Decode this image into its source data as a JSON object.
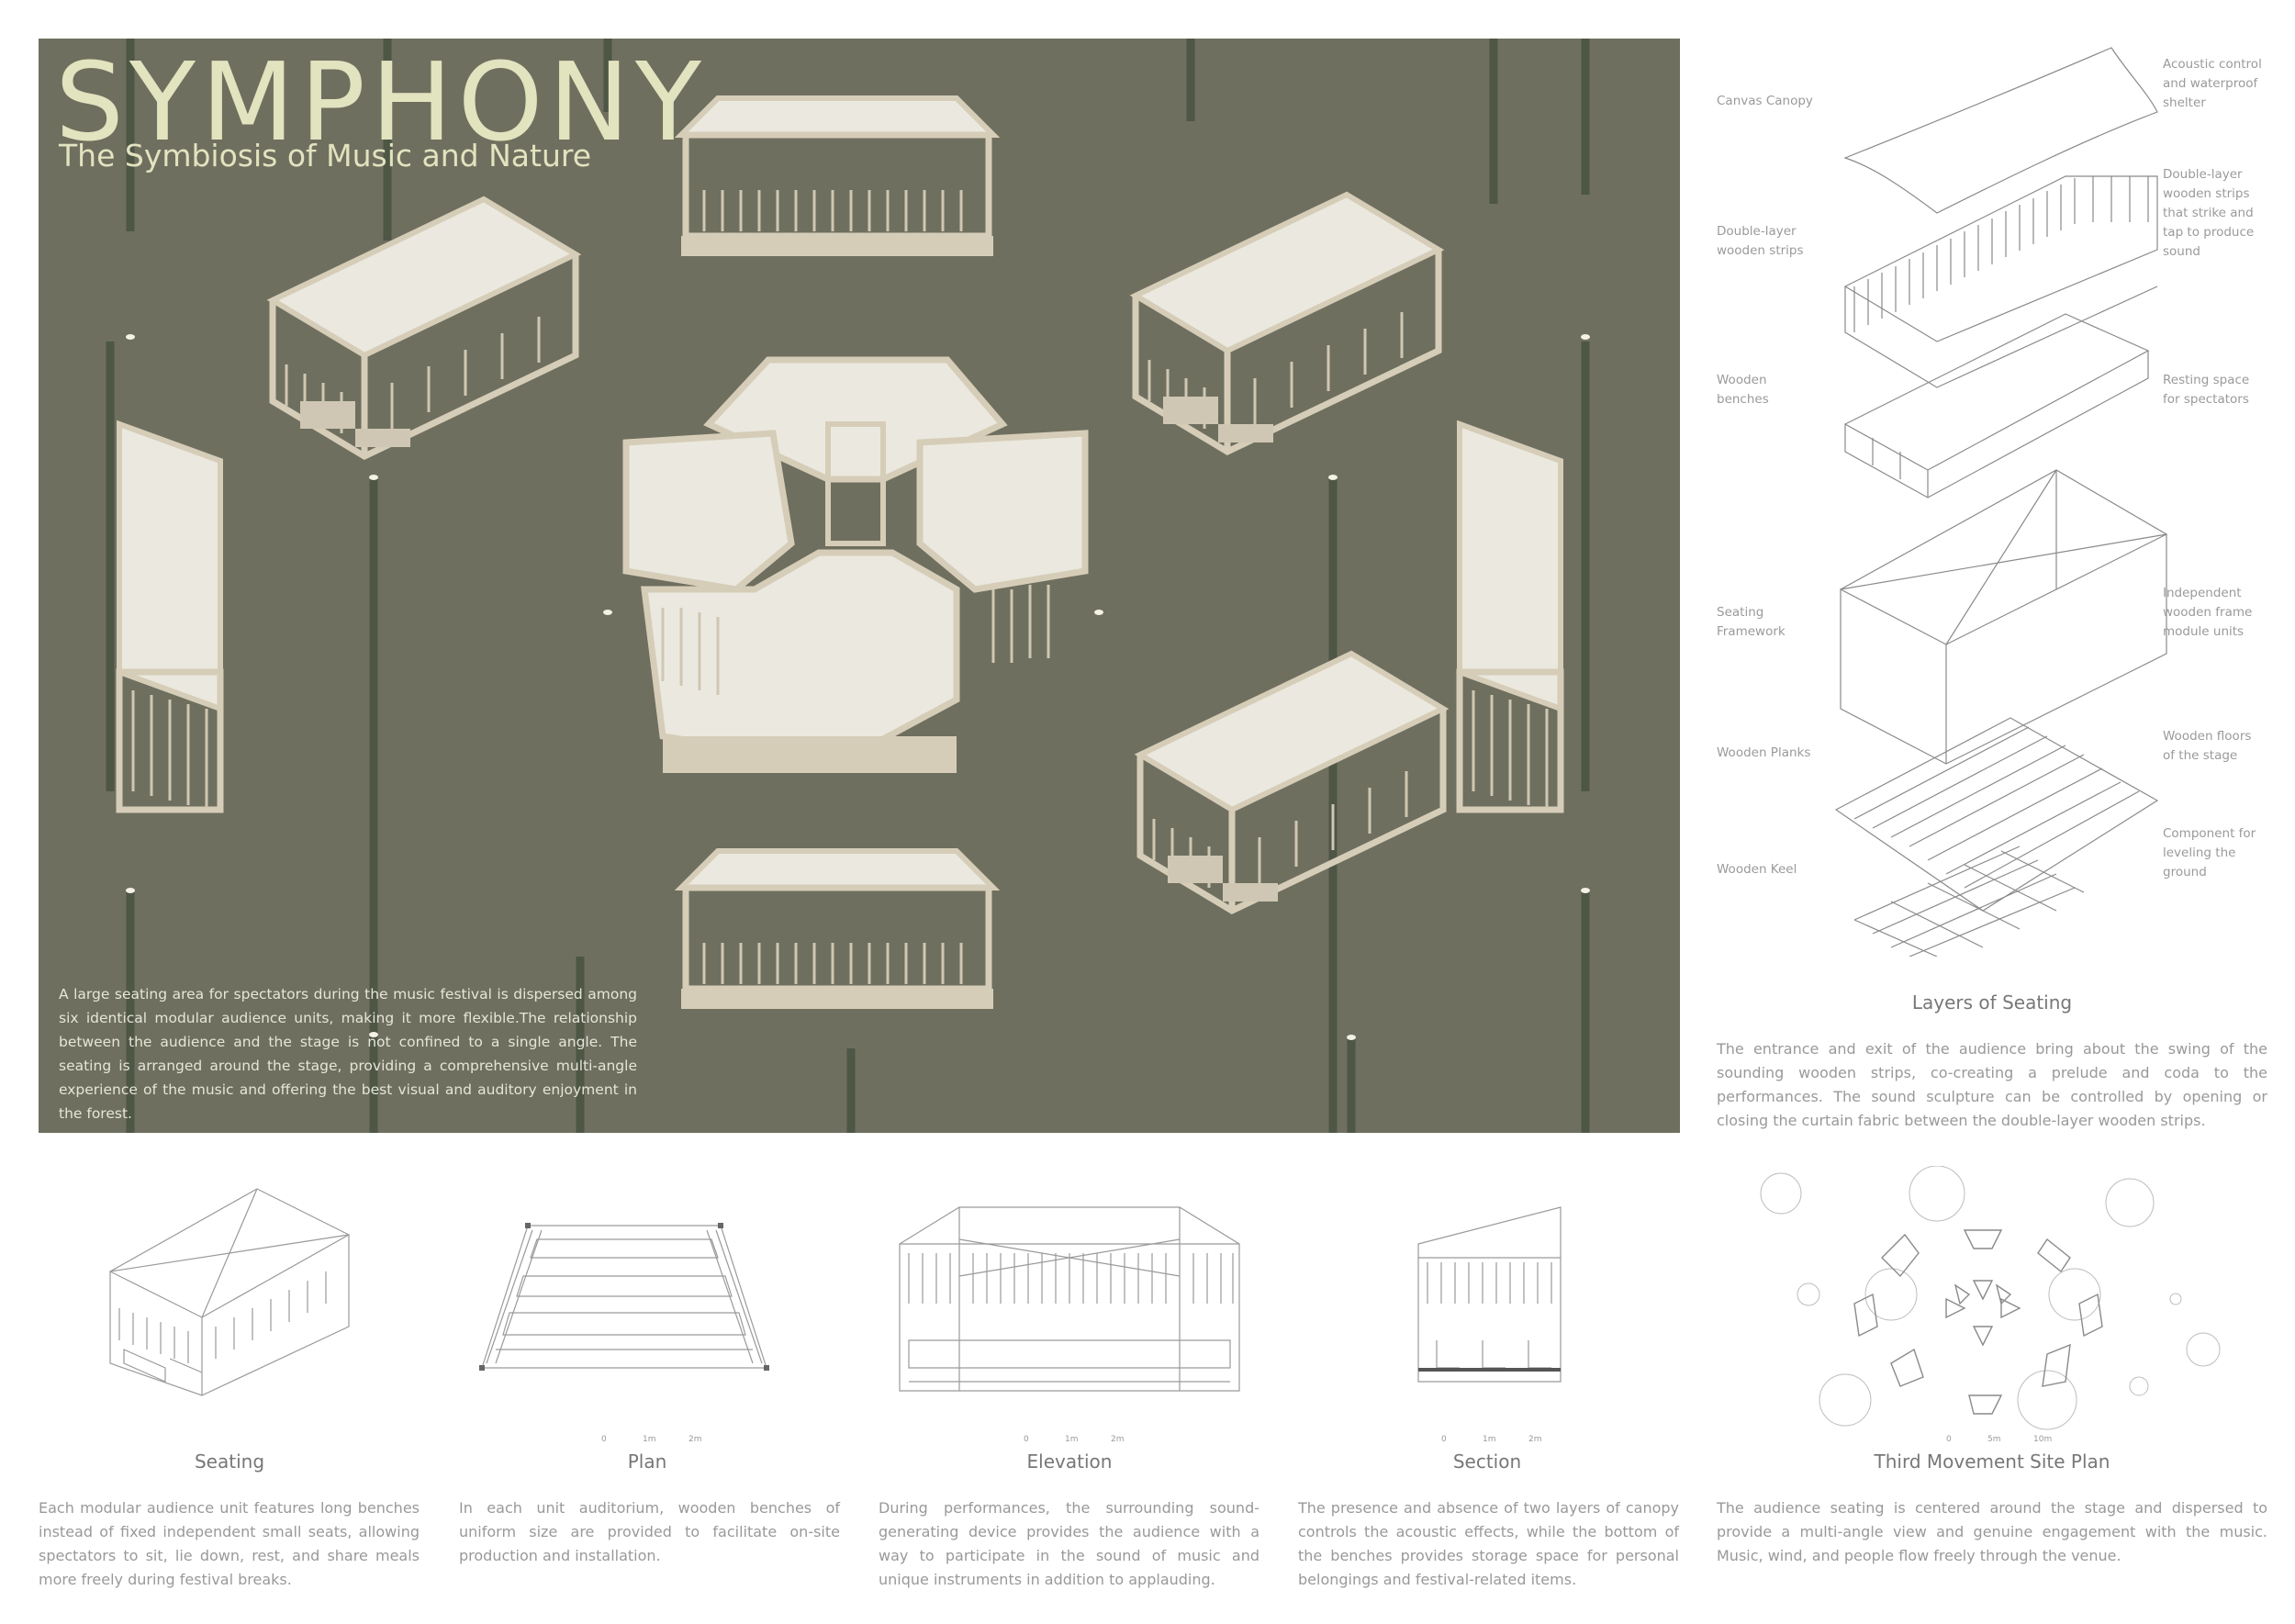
{
  "hero": {
    "title": "SYMPHONY",
    "subtitle": "The Symbiosis of Music and Nature",
    "description": "A large seating area for spectators during the music festival is dispersed among six identical modular audience units, making it more flexible.The relationship between the audience and the stage is not confined to a single angle. The seating is arranged around the stage, providing a comprehensive multi-angle experience of the music and offering the best visual and auditory enjoyment in the forest."
  },
  "layers": {
    "title": "Layers of Seating",
    "left_labels": [
      "Canvas Canopy",
      "Double-layer wooden strips",
      "Wooden benches",
      "Seating Framework",
      "Wooden Planks",
      "Wooden Keel"
    ],
    "right_labels": [
      "Acoustic control and waterproof shelter",
      "Double-layer wooden strips that strike and tap to produce sound",
      "Resting space for spectators",
      "Independent wooden frame module units",
      "Wooden floors of the stage",
      "Component for leveling the ground"
    ],
    "description": "The entrance and exit of the audience bring about the swing of the sounding wooden strips, co-creating a prelude and coda to the performances. The sound sculpture can be controlled by opening or closing the curtain fabric between the double-layer wooden strips."
  },
  "bottom": [
    {
      "title": "Seating",
      "text": "Each modular audience unit features long benches instead of fixed independent small seats, allowing spectators to sit, lie down, rest, and share meals more freely during festival breaks.",
      "scale": []
    },
    {
      "title": "Plan",
      "text": "In each unit auditorium, wooden benches of uniform size are provided to facilitate on-site production and installation.",
      "scale": [
        "0",
        "1m",
        "2m"
      ]
    },
    {
      "title": "Elevation",
      "text": "During performances, the surrounding sound-generating device provides the audience with a way to participate in the sound of music and unique instruments in addition to applauding.",
      "scale": [
        "0",
        "1m",
        "2m"
      ]
    },
    {
      "title": "Section",
      "text": "The presence and absence of two layers of canopy controls the acoustic effects, while the bottom of the benches provides storage space for personal belongings and festival-related items.",
      "scale": [
        "0",
        "1m",
        "2m"
      ]
    },
    {
      "title": "Third Movement Site Plan",
      "text": "The audience seating is centered around the stage and dispersed to provide a multi-angle view and genuine engagement with the music. Music, wind, and people flow freely through the venue.",
      "scale": [
        "0",
        "5m",
        "10m"
      ]
    }
  ],
  "colors": {
    "hero_bg": "#6f6f5f",
    "title": "#e2e3bf",
    "wood": "#d6cdb8",
    "canopy": "#ebe8df",
    "line": "#9a9a9a"
  }
}
